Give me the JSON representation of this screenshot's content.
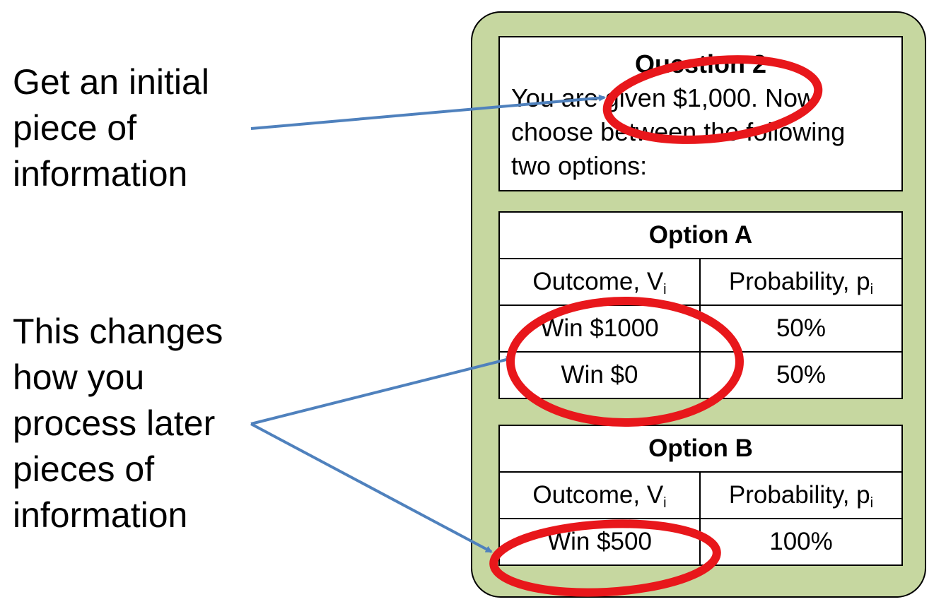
{
  "notes": {
    "initial": [
      "Get an initial",
      "piece of",
      "information"
    ],
    "later": [
      "This changes",
      "how you",
      "process later",
      "pieces of",
      "information"
    ]
  },
  "question": {
    "title": "Question 2",
    "lines": [
      "You are given $1,000. Now",
      "choose between the following",
      "two options:"
    ]
  },
  "option_a": {
    "title": "Option A",
    "col_outcome": "Outcome, V",
    "col_prob": "Probability, p",
    "subscript": "i",
    "rows": [
      {
        "outcome": "Win $1000",
        "prob": "50%"
      },
      {
        "outcome": "Win $0",
        "prob": "50%"
      }
    ]
  },
  "option_b": {
    "title": "Option B",
    "col_outcome": "Outcome, V",
    "col_prob": "Probability, p",
    "subscript": "i",
    "rows": [
      {
        "outcome": "Win $500",
        "prob": "100%"
      }
    ]
  },
  "colors": {
    "panel": "#c6d7a0",
    "arrow": "#4f81bd",
    "highlight": "#e8171b"
  }
}
